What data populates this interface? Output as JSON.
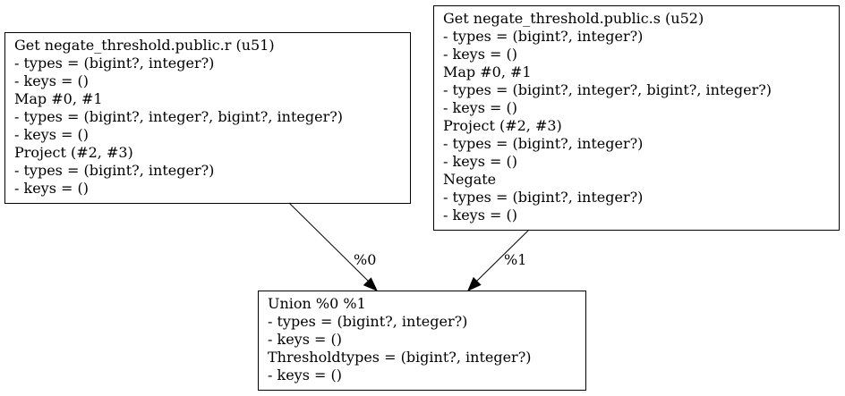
{
  "nodes": [
    {
      "id": "u51",
      "lines": [
        "Get negate_threshold.public.r (u51)",
        "- types = (bigint?, integer?)",
        "- keys = ()",
        "Map #0, #1",
        "- types = (bigint?, integer?, bigint?, integer?)",
        "- keys = ()",
        "Project (#2, #3)",
        "- types = (bigint?, integer?)",
        "- keys = ()"
      ]
    },
    {
      "id": "u52",
      "lines": [
        "Get negate_threshold.public.s (u52)",
        "- types = (bigint?, integer?)",
        "- keys = ()",
        "Map #0, #1",
        "- types = (bigint?, integer?, bigint?, integer?)",
        "- keys = ()",
        "Project (#2, #3)",
        "- types = (bigint?, integer?)",
        "- keys = ()",
        "Negate",
        "- types = (bigint?, integer?)",
        "- keys = ()"
      ]
    },
    {
      "id": "union",
      "lines": [
        "Union %0 %1",
        "- types = (bigint?, integer?)",
        "- keys = ()",
        "Thresholdtypes = (bigint?, integer?)",
        "- keys = ()"
      ]
    }
  ],
  "edges": [
    {
      "from": "u51",
      "to": "union",
      "label": "%0"
    },
    {
      "from": "u52",
      "to": "union",
      "label": "%1"
    }
  ]
}
